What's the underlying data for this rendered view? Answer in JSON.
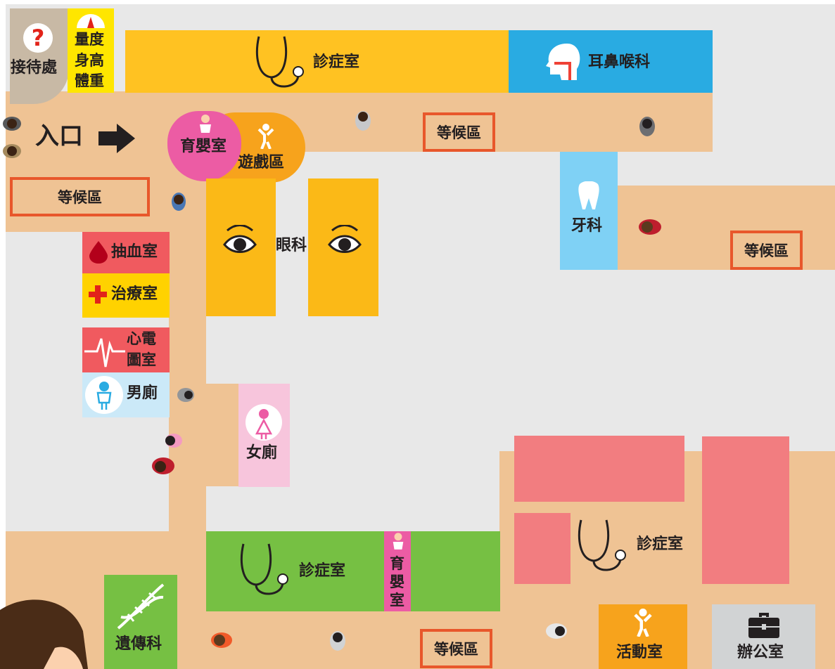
{
  "colors": {
    "floor": "#efc394",
    "empty": "#e8e8e8",
    "clinic_yellow": "#ffc222",
    "ent_blue": "#29abe2",
    "dental_blue": "#7fd1f5",
    "eye_yellow": "#fbb917",
    "play_orange": "#f7a31c",
    "nursery_pink": "#ec5ca4",
    "blood_red": "#f05a5f",
    "treatment_yellow": "#ffd200",
    "ecg_red": "#f05a5f",
    "men_blue": "#cbe9f8",
    "women_pink": "#f7c5dc",
    "green": "#76c043",
    "coral": "#f27d80",
    "activity_orange": "#f7a31c",
    "office_grey": "#d1d3d4",
    "reception_tan": "#c8b9a5",
    "wait_border": "#e8572b"
  },
  "labels": {
    "reception": "接待處",
    "measure": [
      "量度",
      "身高",
      "體重"
    ],
    "clinic": "診症室",
    "ent": "耳鼻喉科",
    "entrance": "入口",
    "nursery": "育嬰室",
    "play": "遊戲區",
    "waiting": "等候區",
    "eye": "眼科",
    "dental": "牙科",
    "blood": "抽血室",
    "treatment": "治療室",
    "ecg": [
      "心電",
      "圖室"
    ],
    "men": "男廁",
    "women": "女廁",
    "genetics": "遺傳科",
    "nursery_vertical": [
      "育",
      "嬰",
      "室"
    ],
    "activity": "活動室",
    "office": "辦公室"
  },
  "icons": [
    "question-icon",
    "scale-icon",
    "stethoscope-icon",
    "head-profile-icon",
    "arrow-right-icon",
    "baby-icon",
    "child-play-icon",
    "eye-icon",
    "tooth-icon",
    "blood-drop-icon",
    "red-cross-icon",
    "ecg-wave-icon",
    "man-icon",
    "woman-icon",
    "dna-icon",
    "briefcase-icon",
    "person-icon"
  ]
}
